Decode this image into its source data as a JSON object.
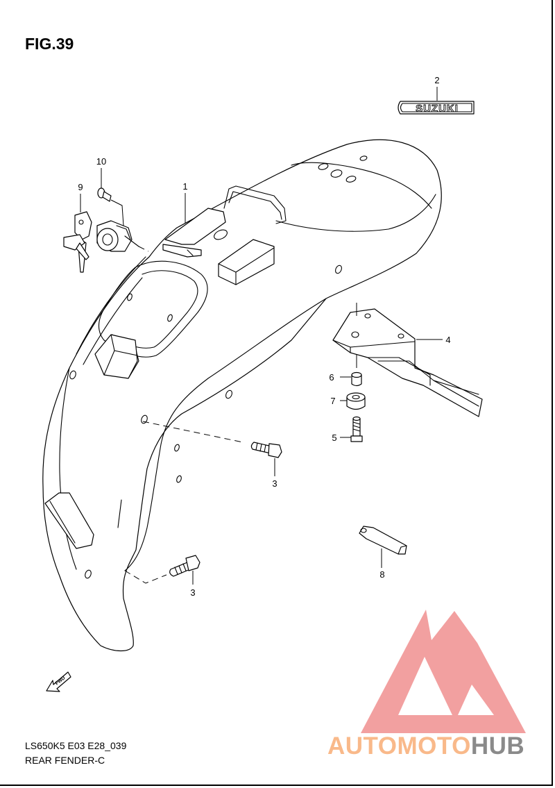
{
  "figure": {
    "title": "FIG.39",
    "model_code": "LS650K5 E03 E28_039",
    "model_name": "REAR FENDER-C"
  },
  "emblem": {
    "text": "SUZUKI"
  },
  "fwd_arrow": {
    "text": "FWD"
  },
  "callouts": [
    {
      "id": "1",
      "label": "1"
    },
    {
      "id": "2",
      "label": "2"
    },
    {
      "id": "3a",
      "label": "3"
    },
    {
      "id": "3b",
      "label": "3"
    },
    {
      "id": "4",
      "label": "4"
    },
    {
      "id": "5",
      "label": "5"
    },
    {
      "id": "6",
      "label": "6"
    },
    {
      "id": "7",
      "label": "7"
    },
    {
      "id": "8",
      "label": "8"
    },
    {
      "id": "9",
      "label": "9"
    },
    {
      "id": "10",
      "label": "10"
    }
  ],
  "watermark": {
    "part1": "AUTOMOTO",
    "part2": "HUB",
    "colors": {
      "part1": "#f9b98a",
      "part2": "#8a8a8a",
      "triangle": "#f08f8f"
    }
  }
}
